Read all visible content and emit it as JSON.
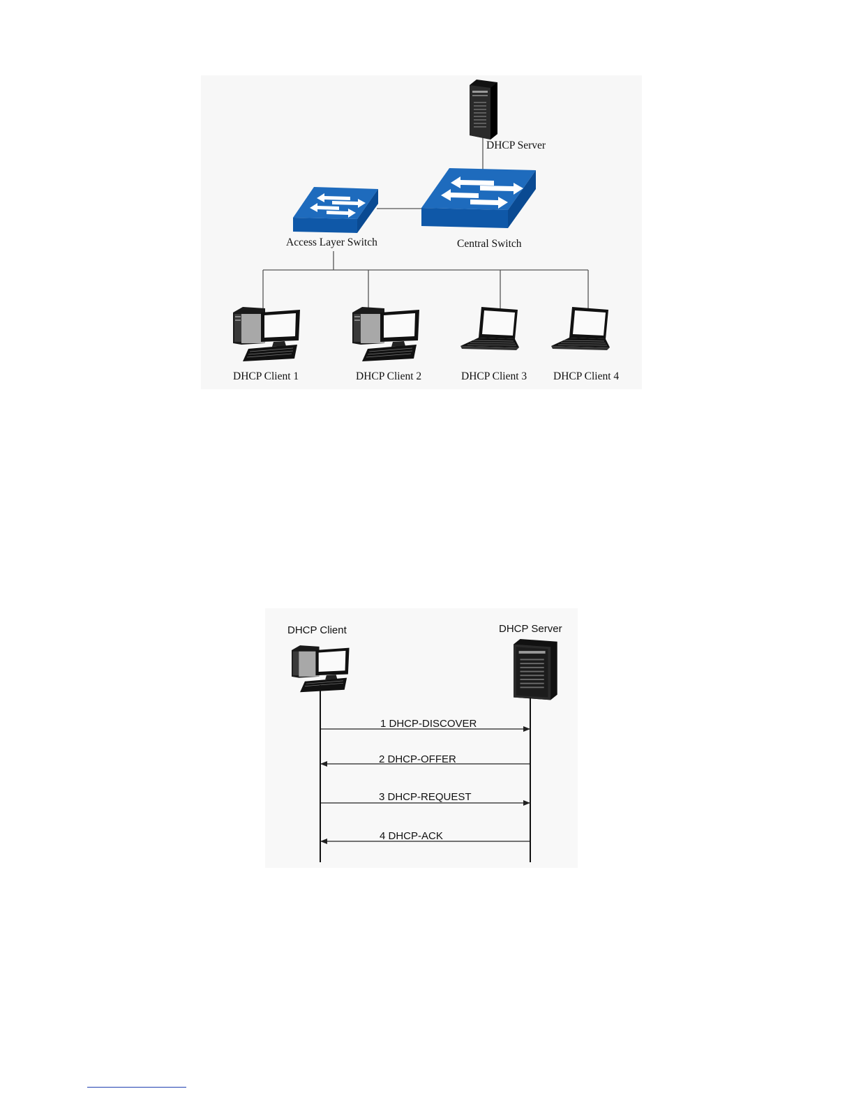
{
  "topology": {
    "dhcp_server": "DHCP Server",
    "central_switch": "Central Switch",
    "access_switch": "Access Layer Switch",
    "clients": [
      "DHCP Client 1",
      "DHCP Client 2",
      "DHCP Client 3",
      "DHCP Client 4"
    ]
  },
  "sequence": {
    "client": "DHCP Client",
    "server": "DHCP Server",
    "messages": [
      {
        "label": "1 DHCP-DISCOVER",
        "direction": "client-to-server"
      },
      {
        "label": "2 DHCP-OFFER",
        "direction": "server-to-client"
      },
      {
        "label": "3 DHCP-REQUEST",
        "direction": "client-to-server"
      },
      {
        "label": "4 DHCP-ACK",
        "direction": "server-to-client"
      }
    ]
  },
  "colors": {
    "switch_top": "#1e6bbd",
    "switch_front": "#0f58a8",
    "switch_side": "#0a4a92",
    "device_dark": "#1a1a1a",
    "line": "#555555"
  }
}
